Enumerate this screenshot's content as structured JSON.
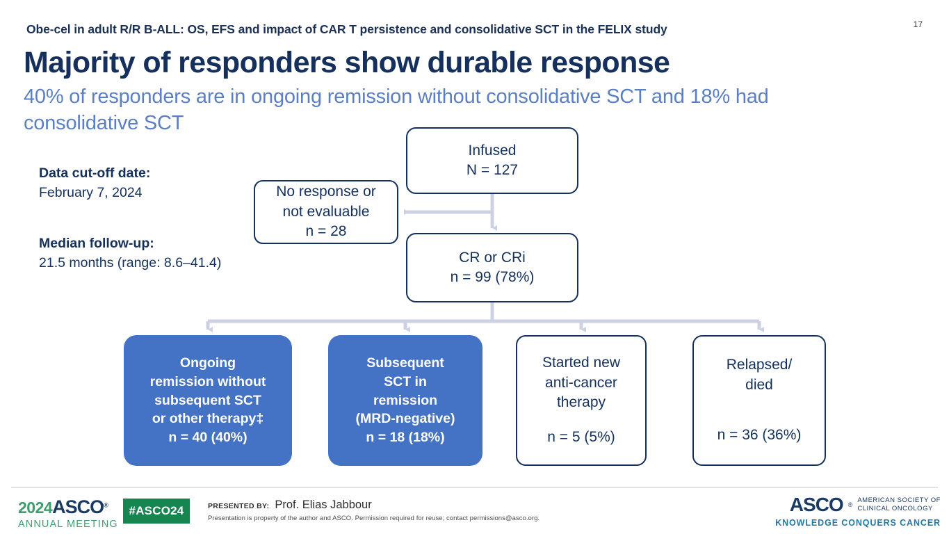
{
  "header": {
    "running_head": "Obe-cel in adult R/R B-ALL: OS, EFS and impact of CAR T persistence and consolidative SCT in the FELIX study",
    "page_number": "17",
    "title": "Majority of responders show durable response",
    "subtitle": "40% of responders are in ongoing remission without consolidative SCT and 18% had consolidative SCT"
  },
  "info": {
    "cutoff_label": "Data cut-off date:",
    "cutoff_value": "February 7, 2024",
    "followup_label": "Median follow-up:",
    "followup_value": "21.5 months (range: 8.6–41.4)"
  },
  "flow": {
    "infused": {
      "line1": "Infused",
      "line2": "N = 127"
    },
    "no_response": {
      "line1": "No response or",
      "line2": "not evaluable",
      "line3": "n = 28"
    },
    "cr_cri": {
      "line1": "CR or CRi",
      "line2": "n = 99 (78%)"
    },
    "ongoing": {
      "line1": "Ongoing",
      "line2": "remission without",
      "line3": "subsequent SCT",
      "line4": "or other therapy‡",
      "line5": "n = 40 (40%)"
    },
    "subsequent_sct": {
      "line1": "Subsequent",
      "line2": "SCT in",
      "line3": "remission",
      "line4": "(MRD-negative)",
      "line5": "n = 18 (18%)"
    },
    "new_therapy": {
      "line1": "Started new",
      "line2": "anti-cancer",
      "line3": "therapy",
      "line4": "n = 5 (5%)"
    },
    "relapsed": {
      "line1": "Relapsed/",
      "line2": "died",
      "line3": "n = 36 (36%)"
    }
  },
  "footer": {
    "meeting_year": "2024",
    "meeting_brand": "ASCO",
    "meeting_reg": "®",
    "meeting_sub": "ANNUAL MEETING",
    "hashtag": "#ASCO24",
    "presented_by_label": "Presented By:",
    "presenter": "Prof. Elias Jabbour",
    "permission": "Presentation is property of the author and ASCO. Permission required for reuse; contact permissions@asco.org.",
    "asco_brand": "ASCO",
    "asco_reg": "®",
    "asco_society_line1": "AMERICAN SOCIETY OF",
    "asco_society_line2": "CLINICAL ONCOLOGY",
    "asco_tagline": "KNOWLEDGE CONQUERS CANCER"
  },
  "colors": {
    "navy": "#14305c",
    "subtitle_blue": "#5a7fc6",
    "box_fill_blue": "#4472c4",
    "connector_gray": "#ccd2e4",
    "asco_green": "#3f9e6e",
    "hashtag_green": "#17854f",
    "tagline_blue": "#1f7aa8"
  }
}
